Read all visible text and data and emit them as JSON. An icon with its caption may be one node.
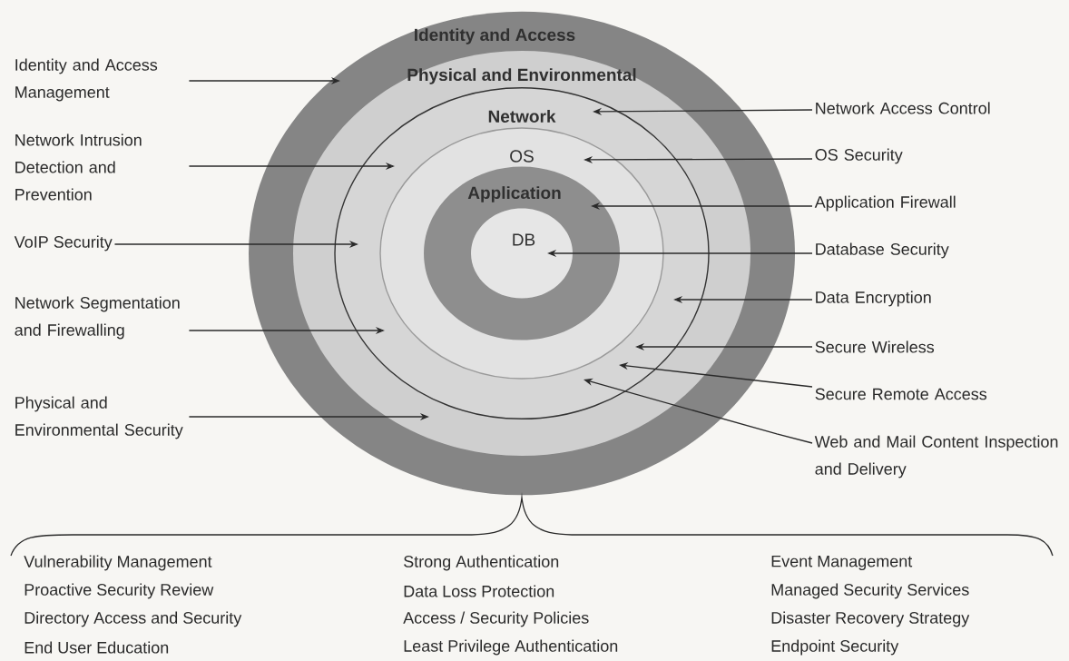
{
  "diagram": {
    "nodes": [
      {
        "text": [
          "Identity and Access"
        ]
      },
      {
        "text": [
          "Physical and Environmental"
        ],
        "in": 0
      },
      {
        "text": [
          "Network"
        ],
        "in": 1
      },
      {
        "text": [
          "OS"
        ],
        "in": 2
      },
      {
        "text": [
          "Application"
        ],
        "in": 3
      },
      {
        "text": [
          "DB"
        ],
        "in": 4
      },
      {
        "text": [
          "Identity and Access Management"
        ]
      },
      {
        "text": [
          "Network Intrusion Detection and Prevention"
        ]
      },
      {
        "text": [
          "VoIP Security"
        ]
      },
      {
        "text": [
          "Network Segmentation and Firewalling"
        ]
      },
      {
        "text": [
          "Physical and Environmental Security"
        ]
      },
      {
        "text": [
          "Network Access Control"
        ]
      },
      {
        "text": [
          "OS Security"
        ]
      },
      {
        "text": [
          "Application Firewall"
        ]
      },
      {
        "text": [
          "Database Security"
        ]
      },
      {
        "text": [
          "Data Encryption"
        ]
      },
      {
        "text": [
          "Secure Wireless"
        ]
      },
      {
        "text": [
          "Secure Remote Access"
        ]
      },
      {
        "text": [
          "Web and Mail Content Inspection and Delivery"
        ]
      }
    ],
    "edges": [
      {
        "from": 6,
        "to": 0,
        "arrow": "to"
      },
      {
        "from": 7,
        "to": 2,
        "arrow": "to"
      },
      {
        "from": 8,
        "to": 2,
        "arrow": "to"
      },
      {
        "from": 9,
        "to": 2,
        "arrow": "to"
      },
      {
        "from": 10,
        "to": 1,
        "arrow": "to"
      },
      {
        "from": 11,
        "to": 2,
        "arrow": "to"
      },
      {
        "from": 12,
        "to": 3,
        "arrow": "to"
      },
      {
        "from": 13,
        "to": 4,
        "arrow": "to"
      },
      {
        "from": 14,
        "to": 5,
        "arrow": "to"
      },
      {
        "from": 15,
        "to": 2,
        "arrow": "to"
      },
      {
        "from": 16,
        "to": 2,
        "arrow": "to"
      },
      {
        "from": 17,
        "to": 2,
        "arrow": "to"
      },
      {
        "from": 18,
        "to": 2,
        "arrow": "to"
      }
    ],
    "labels": [
      "Vulnerability Management",
      "Strong Authentication",
      "Event Management",
      "Proactive Security Review",
      "Data Loss Protection",
      "Managed Security Services",
      "Directory Access and Security",
      "Access / Security Policies",
      "Disaster Recovery Strategy",
      "End User Education",
      "Least Privilege Authentication",
      "Endpoint Security"
    ]
  }
}
